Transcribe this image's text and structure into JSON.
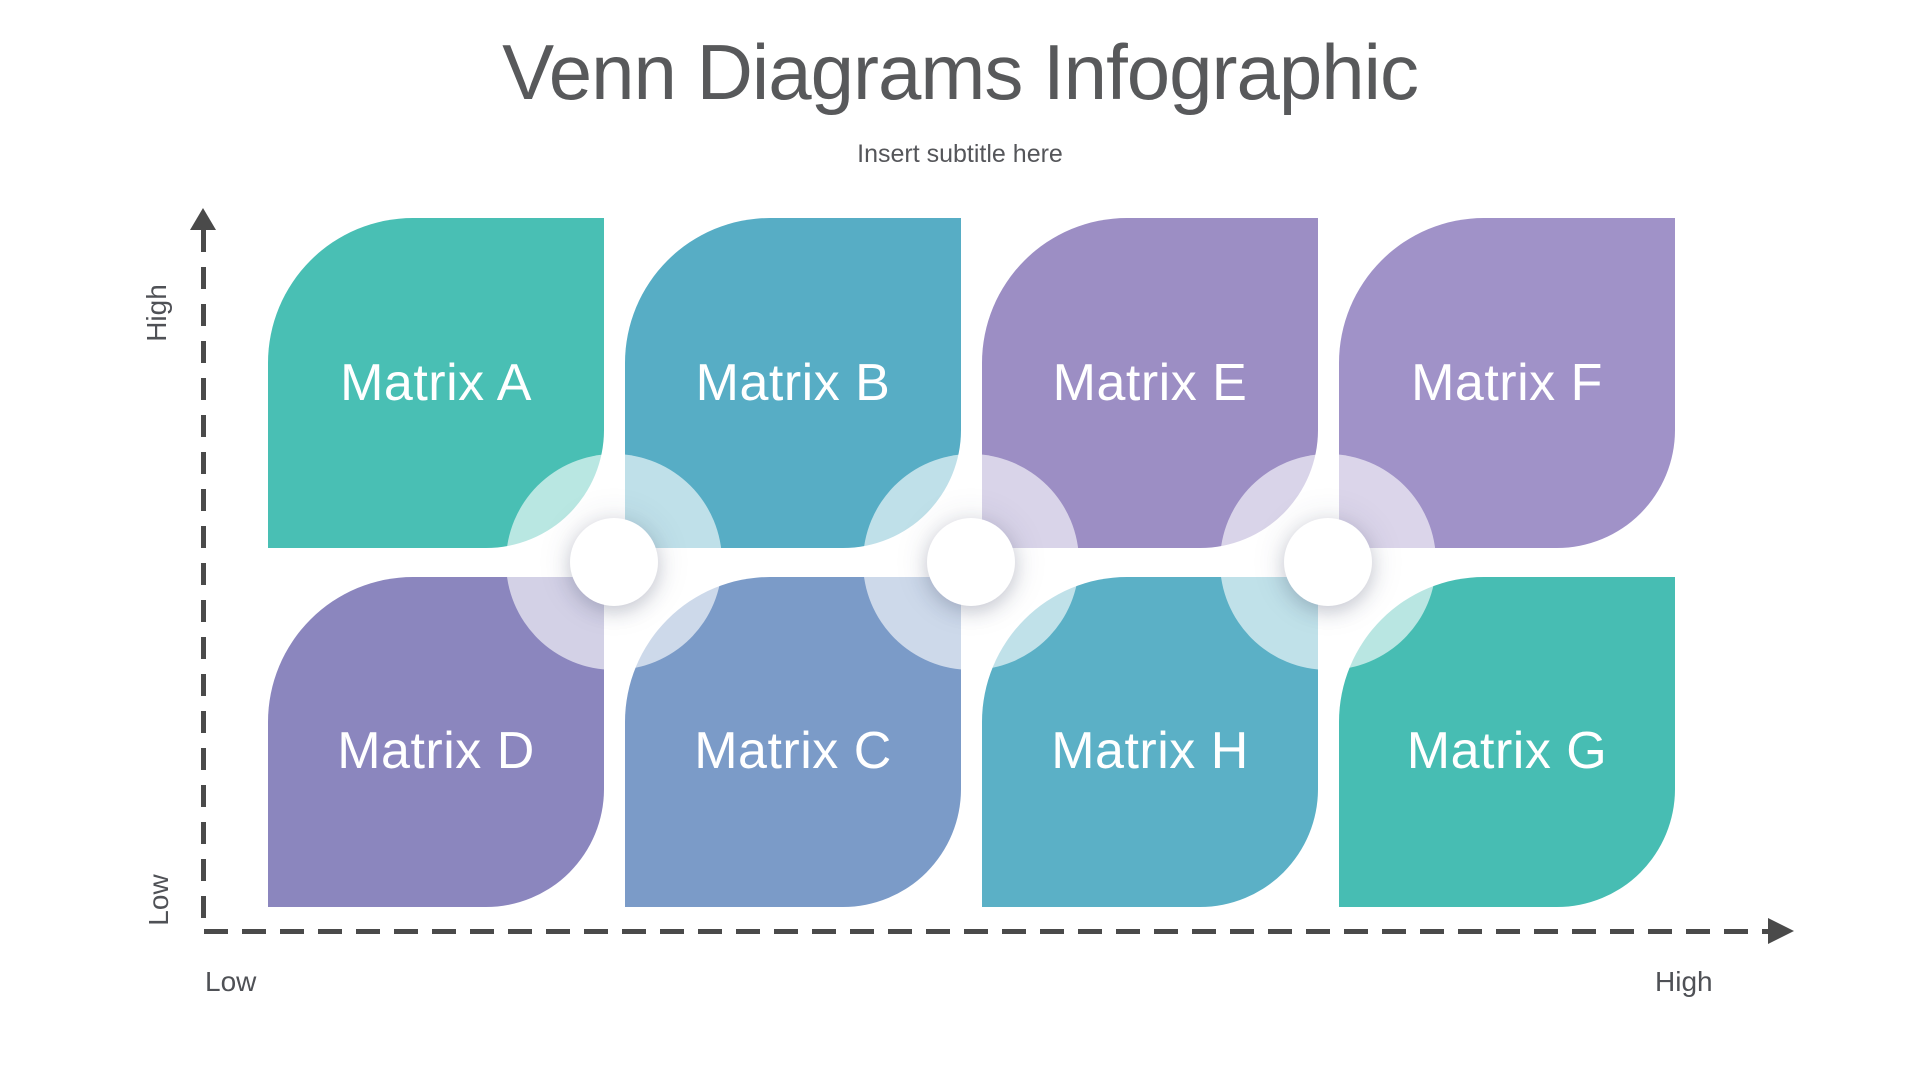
{
  "header": {
    "title": "Venn Diagrams Infographic",
    "subtitle": "Insert subtitle here"
  },
  "axes": {
    "y_top_label": "High",
    "y_bottom_label": "Low",
    "x_left_label": "Low",
    "x_right_label": "High"
  },
  "matrices": [
    {
      "label": "Matrix A",
      "color": "#49BFB4"
    },
    {
      "label": "Matrix B",
      "color": "#57ADC5"
    },
    {
      "label": "Matrix E",
      "color": "#9C8EC4"
    },
    {
      "label": "Matrix F",
      "color": "#A092C8"
    },
    {
      "label": "Matrix D",
      "color": "#8B86BE"
    },
    {
      "label": "Matrix C",
      "color": "#7B9BC8"
    },
    {
      "label": "Matrix H",
      "color": "#5BB0C6"
    },
    {
      "label": "Matrix G",
      "color": "#47BDB3"
    }
  ],
  "decor": {
    "axis_color": "#4A4A4A",
    "title_color": "#58595B",
    "leaf_text_color": "#FFFFFF",
    "overlap_circle_color": "rgba(255,255,255,0.62)",
    "junction_dot_color": "#FFFFFF"
  }
}
